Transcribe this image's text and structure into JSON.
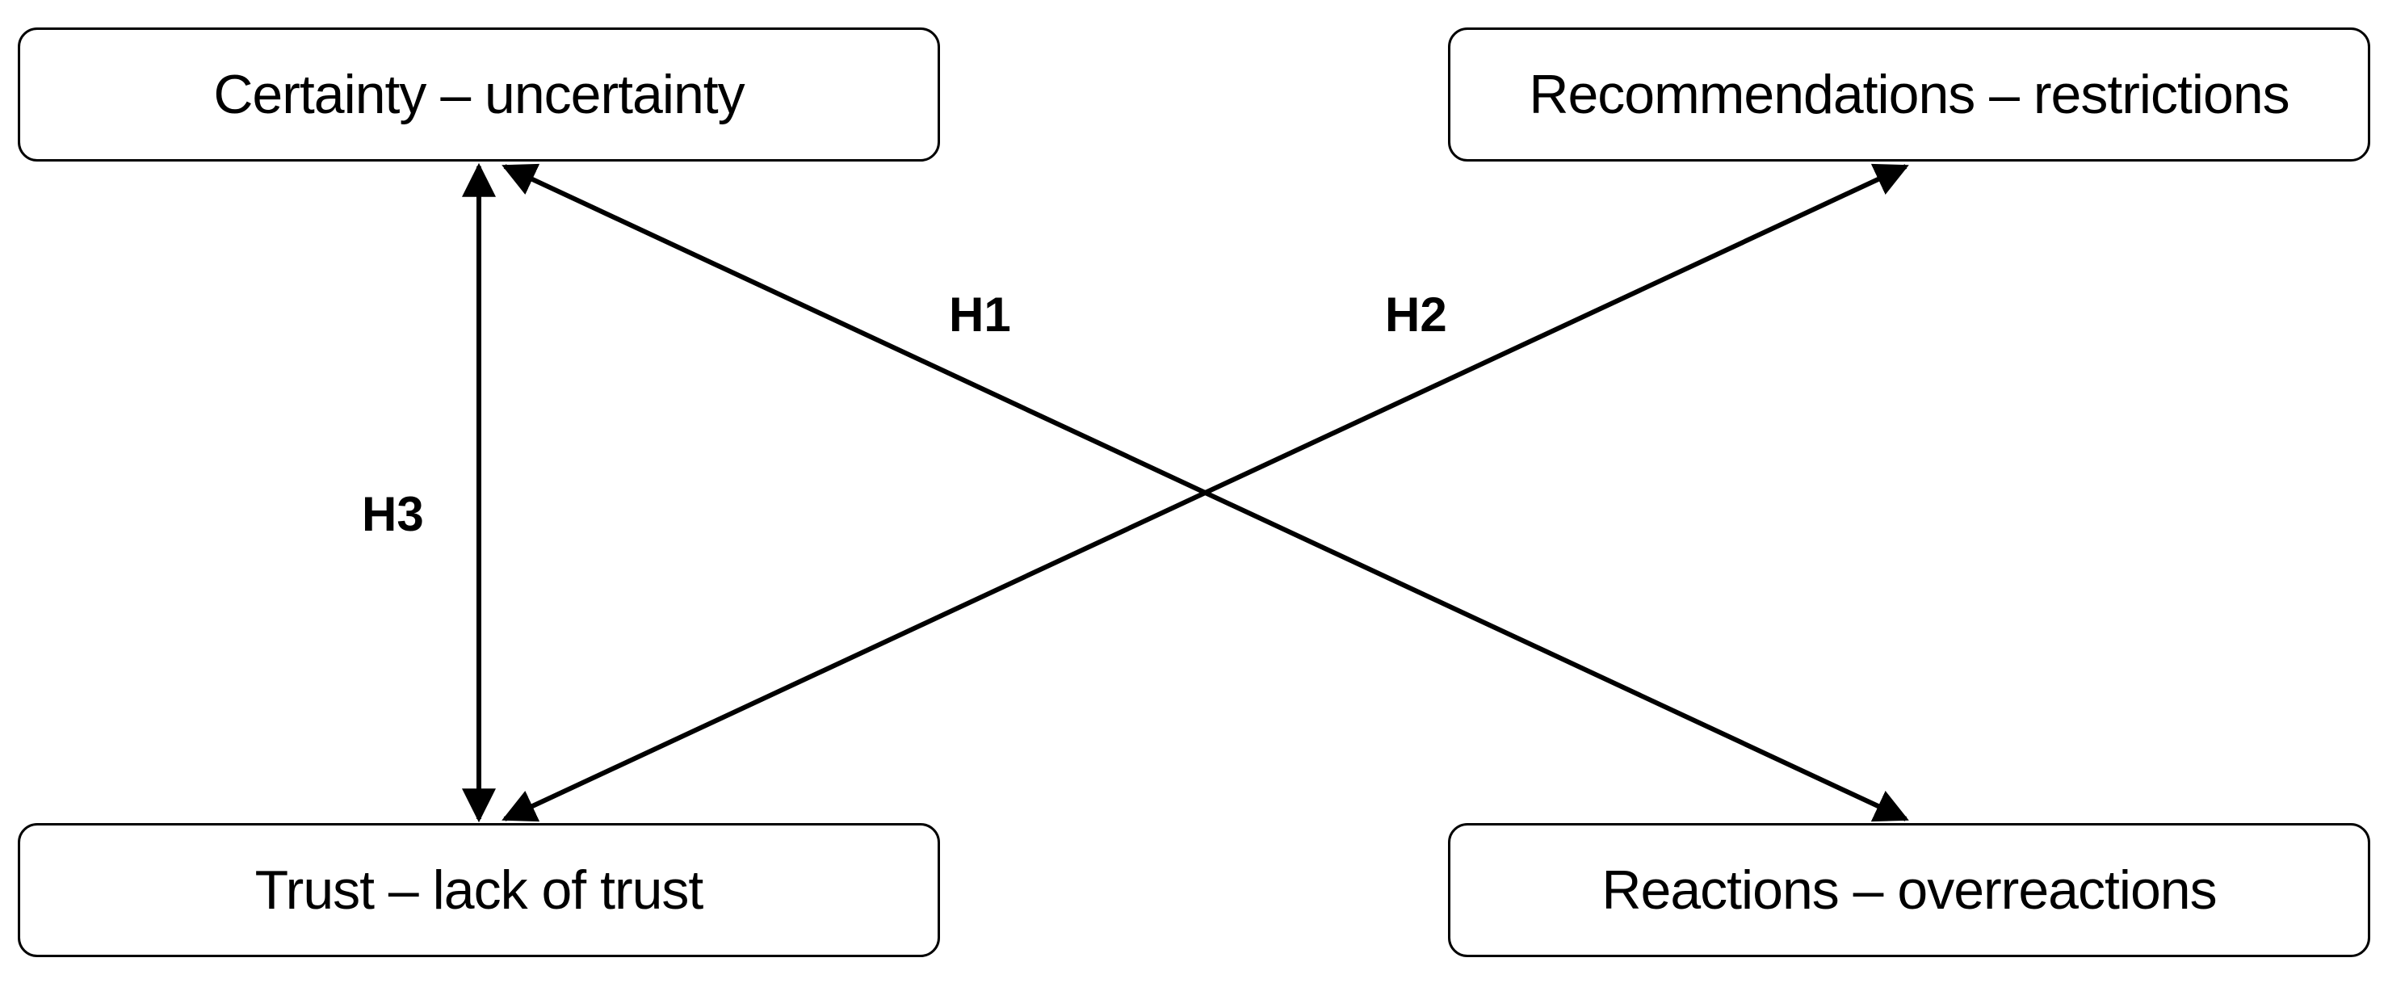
{
  "nodes": {
    "certainty": "Certainty – uncertainty",
    "recommendations": "Recommendations – restrictions",
    "trust": "Trust – lack of trust",
    "reactions": "Reactions – overreactions"
  },
  "edges": {
    "h1": "H1",
    "h2": "H2",
    "h3": "H3"
  },
  "colors": {
    "line": "#000000",
    "box_fill": "#ffffff"
  }
}
